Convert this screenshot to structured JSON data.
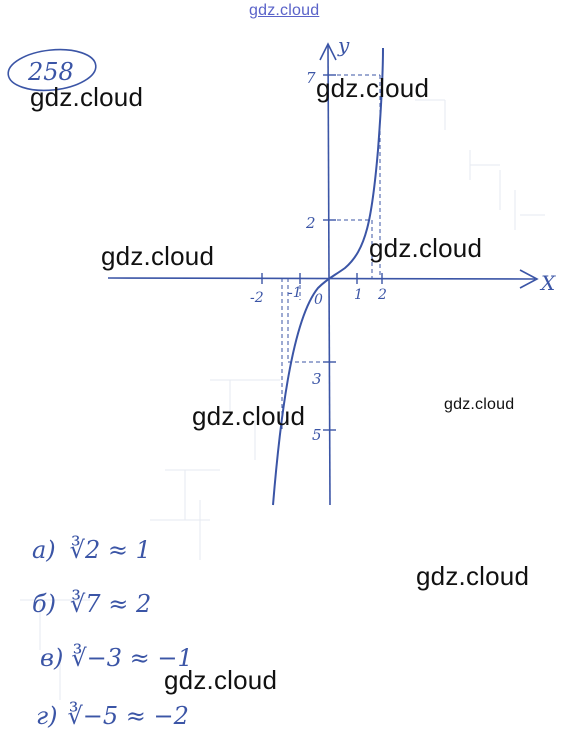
{
  "problem_number": "258",
  "watermarks": {
    "top": "gdz.cloud",
    "w1": "gdz.cloud",
    "w2": "gdz.cloud",
    "w3": "gdz.cloud",
    "w4": "gdz.cloud",
    "w5": "gdz.cloud",
    "w6": "gdz.cloud",
    "w7": "gdz.cloud",
    "w8": "gdz.cloud"
  },
  "graph": {
    "axis_x_label": "X",
    "axis_y_label": "y",
    "x_ticks": [
      "-2",
      "-1",
      "0",
      "1",
      "2"
    ],
    "y_ticks": [
      "7",
      "2",
      "3",
      "5"
    ]
  },
  "answers": [
    {
      "letter": "а)",
      "expr": "∛2 ≈ 1"
    },
    {
      "letter": "б)",
      "expr": "∛7 ≈ 2"
    },
    {
      "letter": "в)",
      "expr": "∛−3 ≈ −1"
    },
    {
      "letter": "г)",
      "expr": "∛−5 ≈ −2"
    }
  ],
  "colors": {
    "ink": "#3b55a6",
    "grid": "#e6eaf0",
    "watermark": "#111111"
  }
}
